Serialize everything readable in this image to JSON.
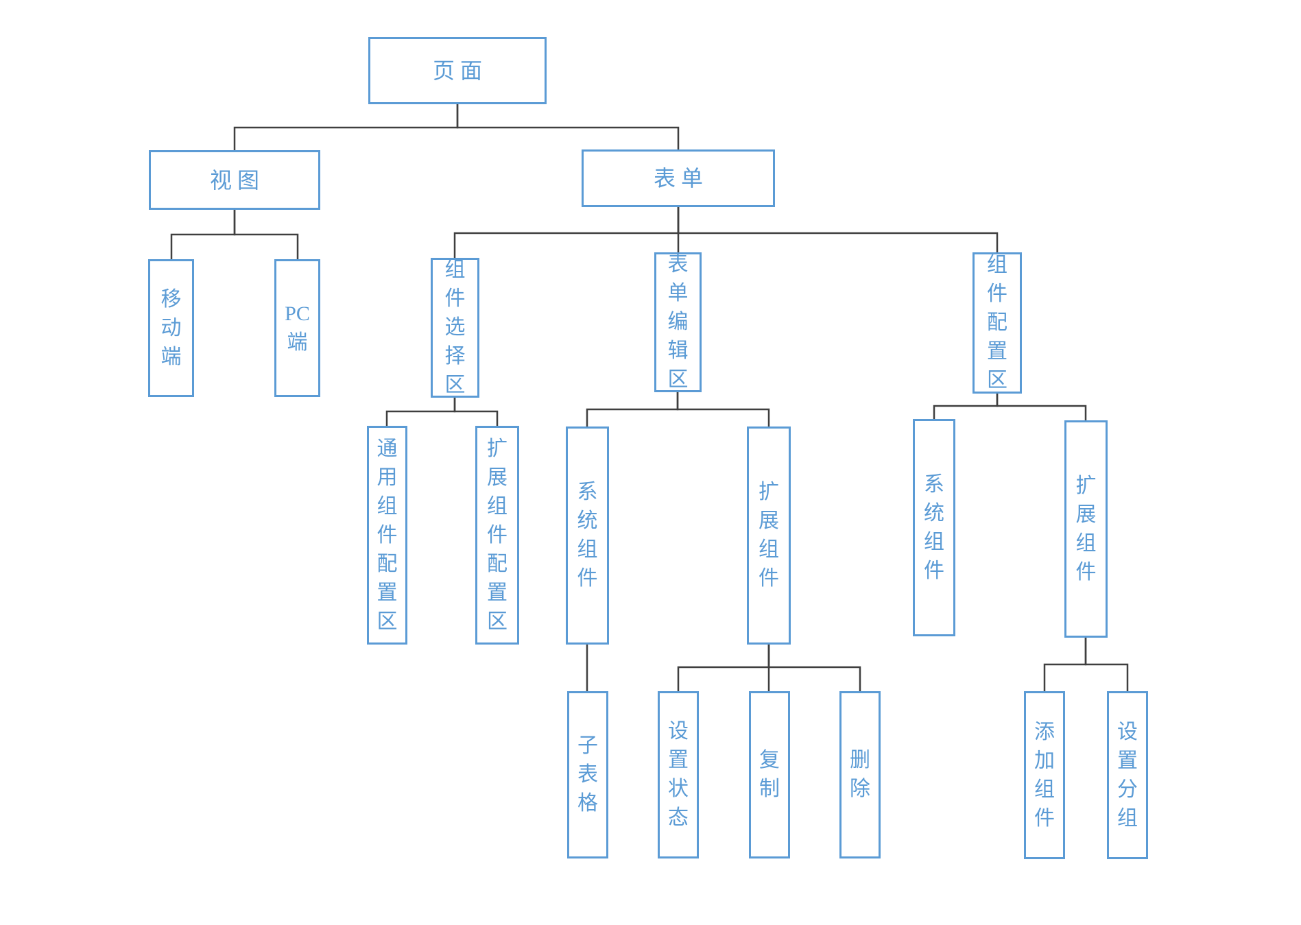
{
  "colors": {
    "box_border": "#5B9BD5",
    "box_text": "#5B9BD5",
    "connector": "#3F3F3F",
    "background": "#FFFFFF"
  },
  "tree": {
    "label": "页面",
    "children": [
      {
        "label": "视图",
        "children": [
          {
            "label": "移动端"
          },
          {
            "label": "PC端"
          }
        ]
      },
      {
        "label": "表单",
        "children": [
          {
            "label": "组件选择区",
            "children": [
              {
                "label": "通用组件配置区"
              },
              {
                "label": "扩展组件配置区"
              }
            ]
          },
          {
            "label": "表单编辑区",
            "children": [
              {
                "label": "系统组件",
                "children": [
                  {
                    "label": "子表格"
                  }
                ]
              },
              {
                "label": "扩展组件",
                "children": [
                  {
                    "label": "设置状态"
                  },
                  {
                    "label": "复制"
                  },
                  {
                    "label": "删除"
                  }
                ]
              }
            ]
          },
          {
            "label": "组件配置区",
            "children": [
              {
                "label": "系统组件"
              },
              {
                "label": "扩展组件",
                "children": [
                  {
                    "label": "添加组件"
                  },
                  {
                    "label": "设置分组"
                  }
                ]
              }
            ]
          }
        ]
      }
    ]
  }
}
